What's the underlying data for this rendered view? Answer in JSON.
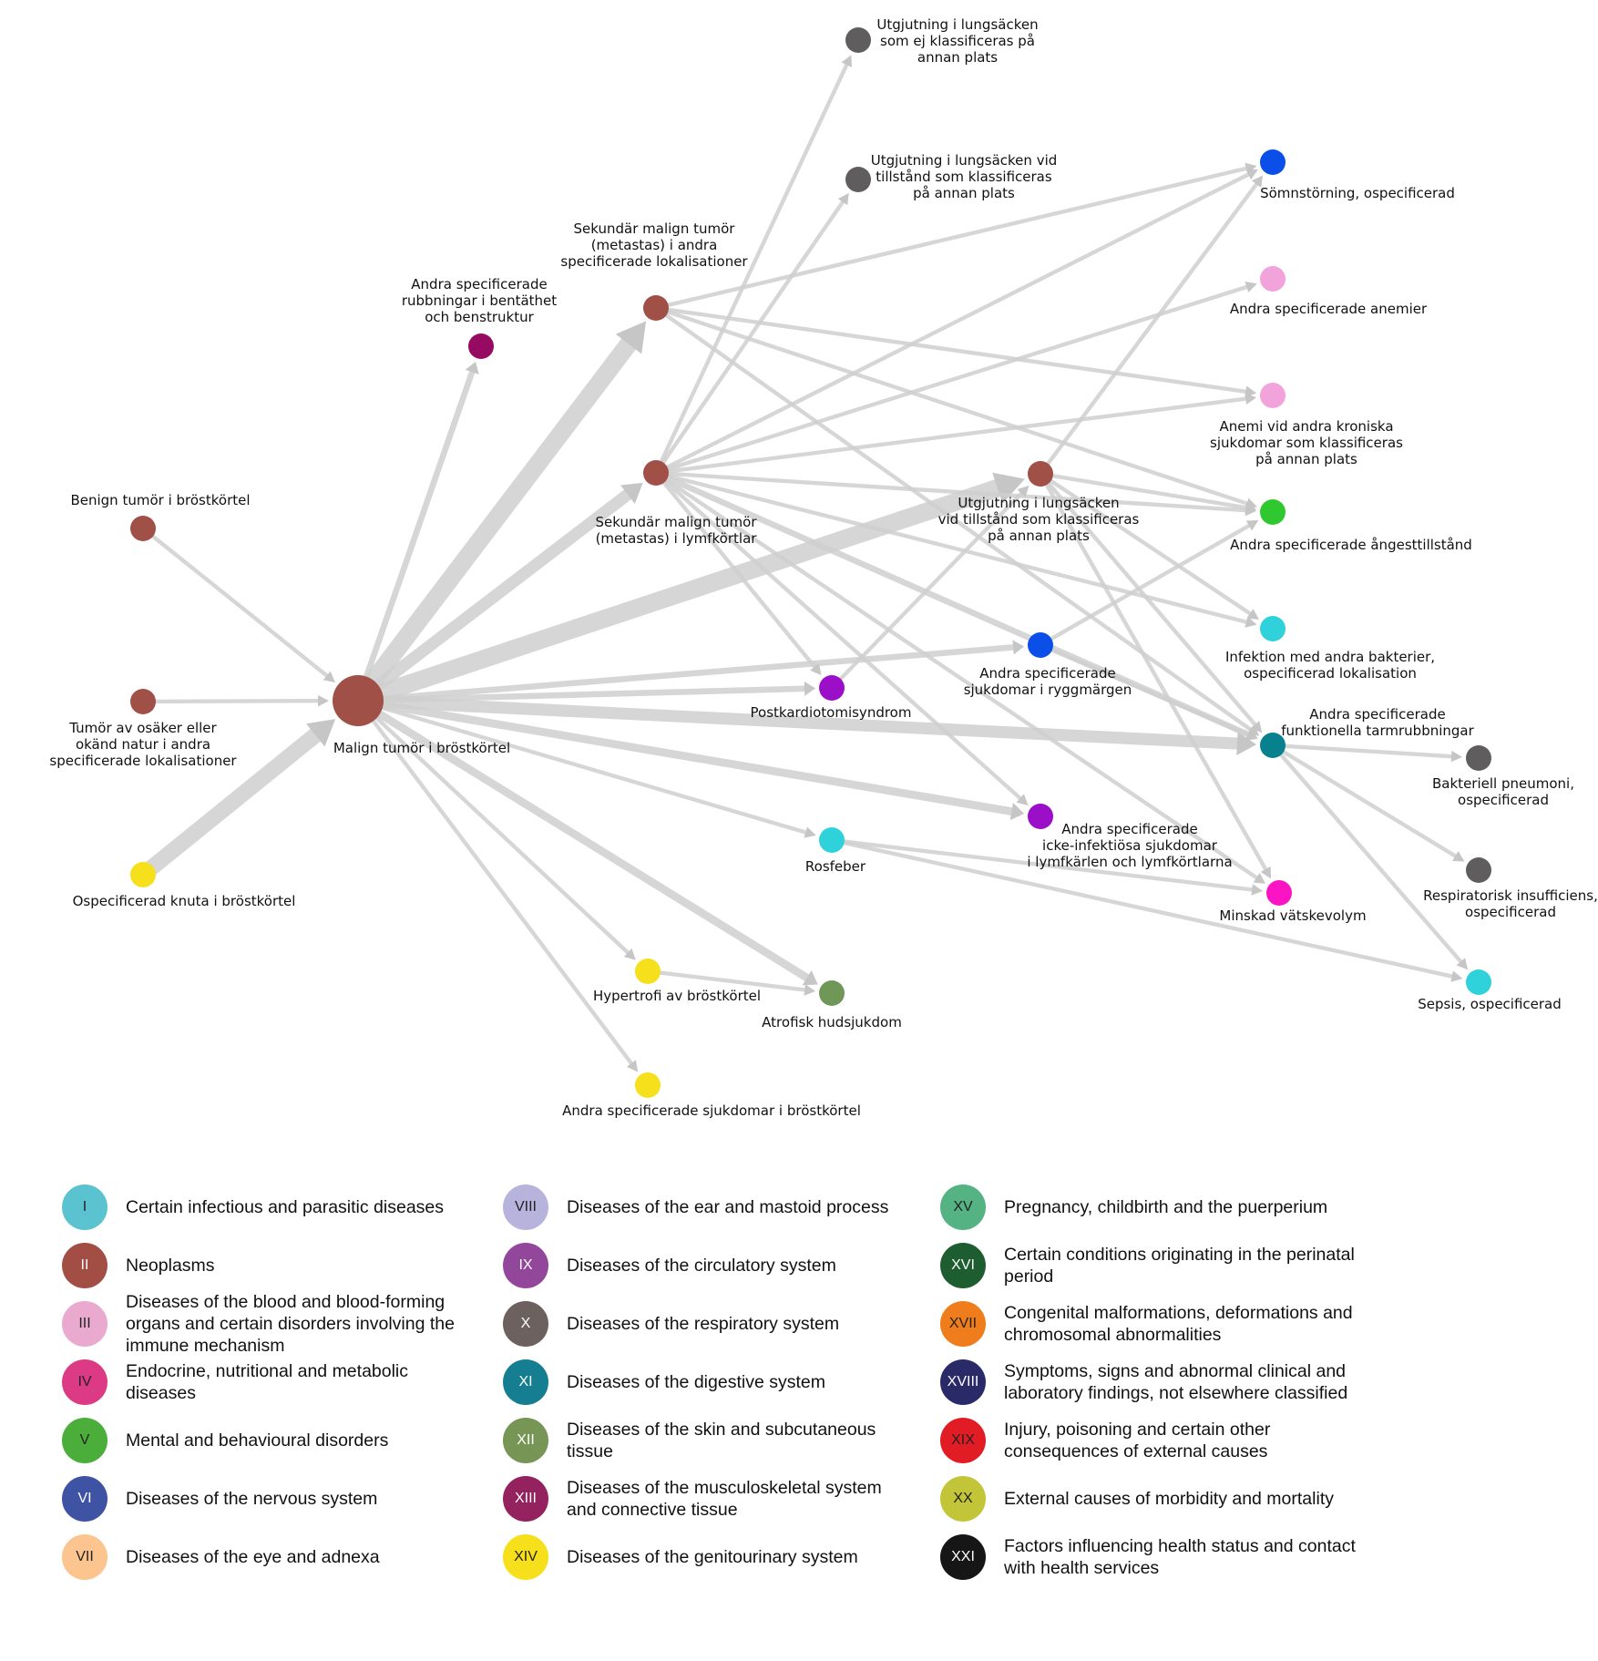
{
  "nodes": [
    {
      "id": "malign",
      "label": "Malign tumör i bröstkörtel",
      "chapter": "II"
    },
    {
      "id": "benign",
      "label": "Benign tumör i bröstkörtel",
      "chapter": "II"
    },
    {
      "id": "osaker",
      "label": "Tumör av osäker eller okänd natur i andra specificerade lokalisationer",
      "chapter": "II"
    },
    {
      "id": "knuta",
      "label": "Ospecificerad knuta i bröstkörtel",
      "chapter": "XIV"
    },
    {
      "id": "bentathet",
      "label": "Andra specificerade rubbningar i bentäthet och benstruktur",
      "chapter": "XIII"
    },
    {
      "id": "sek_andra",
      "label": "Sekundär malign tumör (metastas) i andra specificerade lokalisationer",
      "chapter": "II"
    },
    {
      "id": "sek_lymf",
      "label": "Sekundär malign tumör (metastas) i lymfkörtlar",
      "chapter": "II"
    },
    {
      "id": "utg_ej",
      "label": "Utgjutning i lungsäcken som ej klassificeras på annan plats",
      "chapter": "X"
    },
    {
      "id": "utg_vid",
      "label": "Utgjutning i lungsäcken vid tillstånd som klassificeras på annan plats",
      "chapter": "X"
    },
    {
      "id": "utg_mid",
      "label": "Utgjutning i lungsäcken vid tillstånd som klassificeras på annan plats",
      "chapter": "II"
    },
    {
      "id": "somn",
      "label": "Sömnstörning, ospecificerad",
      "chapter": "VI"
    },
    {
      "id": "anemier",
      "label": "Andra specificerade anemier",
      "chapter": "III"
    },
    {
      "id": "anemi_kron",
      "label": "Anemi vid andra kroniska sjukdomar som klassificeras på annan plats",
      "chapter": "III"
    },
    {
      "id": "angest",
      "label": "Andra specificerade ångesttillstånd",
      "chapter": "V"
    },
    {
      "id": "infektion",
      "label": "Infektion med andra bakterier, ospecificerad lokalisation",
      "chapter": "I"
    },
    {
      "id": "ryggmargen",
      "label": "Andra specificerade sjukdomar i ryggmärgen",
      "chapter": "VI"
    },
    {
      "id": "postkard",
      "label": "Postkardiotomisyndrom",
      "chapter": "IX"
    },
    {
      "id": "tarm",
      "label": "Andra specificerade funktionella tarmrubbningar",
      "chapter": "XI"
    },
    {
      "id": "bakteriell",
      "label": "Bakteriell pneumoni, ospecificerad",
      "chapter": "X"
    },
    {
      "id": "respiratorisk",
      "label": "Respiratorisk insufficiens, ospecificerad",
      "chapter": "X"
    },
    {
      "id": "lymfkarlen",
      "label": "Andra specificerade icke-infektiösa sjukdomar i lymfkärlen och lymfkörtlarna",
      "chapter": "IX"
    },
    {
      "id": "rosfeber",
      "label": "Rosfeber",
      "chapter": "I"
    },
    {
      "id": "minskad",
      "label": "Minskad vätskevolym",
      "chapter": "IV"
    },
    {
      "id": "sepsis",
      "label": "Sepsis, ospecificerad",
      "chapter": "I"
    },
    {
      "id": "hypertrofi",
      "label": "Hypertrofi av bröstkörtel",
      "chapter": "XIV"
    },
    {
      "id": "atrofisk",
      "label": "Atrofisk hudsjukdom",
      "chapter": "XII"
    },
    {
      "id": "andra_brost",
      "label": "Andra specificerade sjukdomar i bröstkörtel",
      "chapter": "XIV"
    }
  ],
  "edges": [
    {
      "from": "benign",
      "to": "malign",
      "weight": 2
    },
    {
      "from": "osaker",
      "to": "malign",
      "weight": 2
    },
    {
      "from": "knuta",
      "to": "malign",
      "weight": 8
    },
    {
      "from": "malign",
      "to": "bentathet",
      "weight": 3
    },
    {
      "from": "malign",
      "to": "sek_andra",
      "weight": 9
    },
    {
      "from": "malign",
      "to": "sek_lymf",
      "weight": 6
    },
    {
      "from": "malign",
      "to": "utg_mid",
      "weight": 9
    },
    {
      "from": "malign",
      "to": "ryggmargen",
      "weight": 3
    },
    {
      "from": "malign",
      "to": "postkard",
      "weight": 3
    },
    {
      "from": "malign",
      "to": "tarm",
      "weight": 6
    },
    {
      "from": "malign",
      "to": "lymfkarlen",
      "weight": 4
    },
    {
      "from": "malign",
      "to": "rosfeber",
      "weight": 2
    },
    {
      "from": "malign",
      "to": "hypertrofi",
      "weight": 2
    },
    {
      "from": "malign",
      "to": "atrofisk",
      "weight": 4
    },
    {
      "from": "malign",
      "to": "andra_brost",
      "weight": 2
    },
    {
      "from": "sek_andra",
      "to": "somn",
      "weight": 2
    },
    {
      "from": "sek_andra",
      "to": "anemi_kron",
      "weight": 2
    },
    {
      "from": "sek_andra",
      "to": "angest",
      "weight": 2
    },
    {
      "from": "sek_andra",
      "to": "tarm",
      "weight": 2
    },
    {
      "from": "sek_lymf",
      "to": "utg_ej",
      "weight": 2
    },
    {
      "from": "sek_lymf",
      "to": "utg_vid",
      "weight": 2
    },
    {
      "from": "sek_lymf",
      "to": "somn",
      "weight": 2
    },
    {
      "from": "sek_lymf",
      "to": "anemier",
      "weight": 2
    },
    {
      "from": "sek_lymf",
      "to": "anemi_kron",
      "weight": 2
    },
    {
      "from": "sek_lymf",
      "to": "angest",
      "weight": 2
    },
    {
      "from": "sek_lymf",
      "to": "infektion",
      "weight": 2
    },
    {
      "from": "sek_lymf",
      "to": "tarm",
      "weight": 3
    },
    {
      "from": "sek_lymf",
      "to": "postkard",
      "weight": 2
    },
    {
      "from": "sek_lymf",
      "to": "lymfkarlen",
      "weight": 2
    },
    {
      "from": "sek_lymf",
      "to": "minskad",
      "weight": 2
    },
    {
      "from": "utg_mid",
      "to": "somn",
      "weight": 2
    },
    {
      "from": "utg_mid",
      "to": "angest",
      "weight": 2
    },
    {
      "from": "utg_mid",
      "to": "infektion",
      "weight": 2
    },
    {
      "from": "utg_mid",
      "to": "tarm",
      "weight": 2
    },
    {
      "from": "utg_mid",
      "to": "minskad",
      "weight": 2
    },
    {
      "from": "postkard",
      "to": "utg_mid",
      "weight": 2
    },
    {
      "from": "ryggmargen",
      "to": "angest",
      "weight": 2
    },
    {
      "from": "ryggmargen",
      "to": "tarm",
      "weight": 2
    },
    {
      "from": "tarm",
      "to": "bakteriell",
      "weight": 2
    },
    {
      "from": "tarm",
      "to": "respiratorisk",
      "weight": 2
    },
    {
      "from": "tarm",
      "to": "sepsis",
      "weight": 2
    },
    {
      "from": "rosfeber",
      "to": "minskad",
      "weight": 2
    },
    {
      "from": "rosfeber",
      "to": "sepsis",
      "weight": 2
    },
    {
      "from": "hypertrofi",
      "to": "atrofisk",
      "weight": 2
    }
  ],
  "legend": [
    {
      "numeral": "I",
      "text": "Certain infectious and parasitic diseases",
      "color": "#5bc2cf",
      "text_color": "#222"
    },
    {
      "numeral": "II",
      "text": "Neoplasms",
      "color": "#a34e44",
      "text_color": "#fff"
    },
    {
      "numeral": "III",
      "text": "Diseases of the blood and blood-forming organs and certain disorders involving the immune mechanism",
      "color": "#eaa9cf",
      "text_color": "#222"
    },
    {
      "numeral": "IV",
      "text": "Endocrine, nutritional and metabolic diseases",
      "color": "#dd3a86",
      "text_color": "#222"
    },
    {
      "numeral": "V",
      "text": "Mental and behavioural disorders",
      "color": "#4cae3a",
      "text_color": "#222"
    },
    {
      "numeral": "VI",
      "text": "Diseases of the nervous system",
      "color": "#3f53a4",
      "text_color": "#fff"
    },
    {
      "numeral": "VII",
      "text": "Diseases of the eye and adnexa",
      "color": "#fcc58f",
      "text_color": "#222"
    },
    {
      "numeral": "VIII",
      "text": "Diseases of the ear and mastoid process",
      "color": "#b8b3dc",
      "text_color": "#222"
    },
    {
      "numeral": "IX",
      "text": "Diseases of the circulatory system",
      "color": "#93479a",
      "text_color": "#fff"
    },
    {
      "numeral": "X",
      "text": "Diseases of the respiratory system",
      "color": "#6c615e",
      "text_color": "#fff"
    },
    {
      "numeral": "XI",
      "text": "Diseases of the digestive system",
      "color": "#157e90",
      "text_color": "#fff"
    },
    {
      "numeral": "XII",
      "text": "Diseases of the skin and subcutaneous tissue",
      "color": "#779555",
      "text_color": "#fff"
    },
    {
      "numeral": "XIII",
      "text": "Diseases of the musculoskeletal system and connective tissue",
      "color": "#94225f",
      "text_color": "#fff"
    },
    {
      "numeral": "XIV",
      "text": "Diseases of the genitourinary system",
      "color": "#f6e01b",
      "text_color": "#222"
    },
    {
      "numeral": "XV",
      "text": "Pregnancy, childbirth and the puerperium",
      "color": "#55b383",
      "text_color": "#222"
    },
    {
      "numeral": "XVI",
      "text": "Certain conditions originating in the perinatal period",
      "color": "#1d5d2f",
      "text_color": "#fff"
    },
    {
      "numeral": "XVII",
      "text": "Congenital malformations, deformations and chromosomal abnormalities",
      "color": "#ef7d1b",
      "text_color": "#222"
    },
    {
      "numeral": "XVIII",
      "text": "Symptoms, signs and abnormal clinical and laboratory findings, not elsewhere classified",
      "color": "#2b2a68",
      "text_color": "#fff"
    },
    {
      "numeral": "XIX",
      "text": "Injury, poisoning and certain other consequences of external causes",
      "color": "#e21c25",
      "text_color": "#222"
    },
    {
      "numeral": "XX",
      "text": "External causes of morbidity and mortality",
      "color": "#c2c538",
      "text_color": "#222"
    },
    {
      "numeral": "XXI",
      "text": "Factors influencing health status and contact with health services",
      "color": "#161616",
      "text_color": "#fff"
    }
  ],
  "node_colors": {
    "malign": "#a05046",
    "benign": "#a05046",
    "osaker": "#a05046",
    "knuta": "#f6e01b",
    "bentathet": "#960a62",
    "sek_andra": "#a05046",
    "sek_lymf": "#a05046",
    "utg_ej": "#5f5d5e",
    "utg_vid": "#5f5d5e",
    "utg_mid": "#a05046",
    "somn": "#0b4fe8",
    "anemier": "#f3a3dc",
    "anemi_kron": "#f3a3dc",
    "angest": "#2fc82f",
    "infektion": "#2fd2da",
    "ryggmargen": "#0b4fe8",
    "postkard": "#9b0fc9",
    "tarm": "#07818e",
    "bakteriell": "#5f5d5e",
    "respiratorisk": "#5f5d5e",
    "lymfkarlen": "#9b0fc9",
    "rosfeber": "#2fd2da",
    "minskad": "#fb14c3",
    "sepsis": "#2fd2da",
    "hypertrofi": "#f6e01b",
    "atrofisk": "#6f9858",
    "andra_brost": "#f6e01b"
  }
}
